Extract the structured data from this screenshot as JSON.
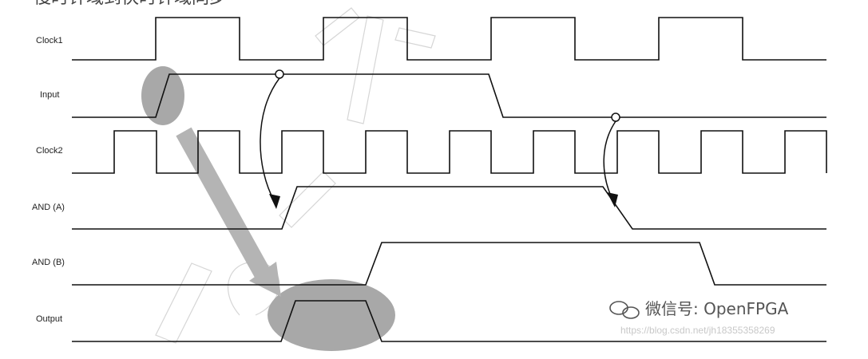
{
  "header": {
    "caption": "慢时钟域到快时钟域同步"
  },
  "signals": [
    {
      "id": "clock1",
      "label": "Clock1"
    },
    {
      "id": "input",
      "label": "Input"
    },
    {
      "id": "clock2",
      "label": "Clock2"
    },
    {
      "id": "and_a",
      "label": "AND (A)"
    },
    {
      "id": "and_b",
      "label": "AND (B)"
    },
    {
      "id": "output",
      "label": "Output"
    }
  ],
  "watermark": {
    "account": "微信号: OpenFPGA",
    "url": "https://blog.csdn.net/jh18355358269"
  },
  "colors": {
    "wave": "#111111",
    "highlight": "#a8a8a8",
    "background": "#ffffff"
  },
  "icons": {
    "watermark_logo": "wechat-icon"
  }
}
